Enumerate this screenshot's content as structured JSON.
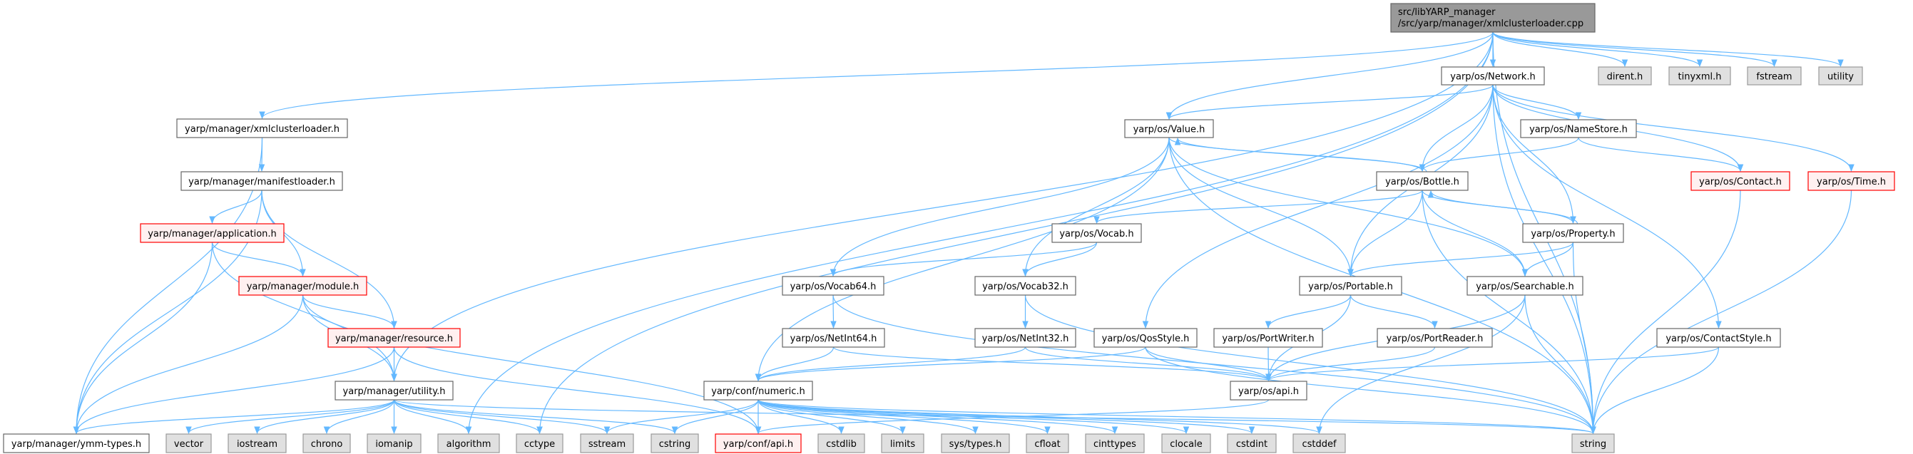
{
  "colors": {
    "edge": "#63b8ff",
    "red_border": "#ff0000",
    "red_fill": "#fff0f0",
    "ext_fill": "#e0e0e0",
    "root_fill": "#999999"
  },
  "nodes": [
    {
      "id": "root",
      "label": [
        "src/libYARP_manager",
        "/src/yarp/manager/xmlclusterloader.cpp"
      ],
      "kind": "root"
    },
    {
      "id": "xmlcl",
      "label": [
        "yarp/manager/xmlclusterloader.h"
      ],
      "kind": "normal"
    },
    {
      "id": "manifest",
      "label": [
        "yarp/manager/manifestloader.h"
      ],
      "kind": "normal"
    },
    {
      "id": "application",
      "label": [
        "yarp/manager/application.h"
      ],
      "kind": "red"
    },
    {
      "id": "module",
      "label": [
        "yarp/manager/module.h"
      ],
      "kind": "red"
    },
    {
      "id": "resource",
      "label": [
        "yarp/manager/resource.h"
      ],
      "kind": "red"
    },
    {
      "id": "utilityh",
      "label": [
        "yarp/manager/utility.h"
      ],
      "kind": "normal"
    },
    {
      "id": "ymm",
      "label": [
        "yarp/manager/ymm-types.h"
      ],
      "kind": "normal"
    },
    {
      "id": "vector",
      "label": [
        "vector"
      ],
      "kind": "ext"
    },
    {
      "id": "iostream",
      "label": [
        "iostream"
      ],
      "kind": "ext"
    },
    {
      "id": "chrono",
      "label": [
        "chrono"
      ],
      "kind": "ext"
    },
    {
      "id": "iomanip",
      "label": [
        "iomanip"
      ],
      "kind": "ext"
    },
    {
      "id": "algorithm",
      "label": [
        "algorithm"
      ],
      "kind": "ext"
    },
    {
      "id": "cctype",
      "label": [
        "cctype"
      ],
      "kind": "ext"
    },
    {
      "id": "sstream",
      "label": [
        "sstream"
      ],
      "kind": "ext"
    },
    {
      "id": "cstring",
      "label": [
        "cstring"
      ],
      "kind": "ext"
    },
    {
      "id": "confapi",
      "label": [
        "yarp/conf/api.h"
      ],
      "kind": "red"
    },
    {
      "id": "cstdlib",
      "label": [
        "cstdlib"
      ],
      "kind": "ext"
    },
    {
      "id": "limits",
      "label": [
        "limits"
      ],
      "kind": "ext"
    },
    {
      "id": "systypes",
      "label": [
        "sys/types.h"
      ],
      "kind": "ext"
    },
    {
      "id": "cfloat",
      "label": [
        "cfloat"
      ],
      "kind": "ext"
    },
    {
      "id": "cinttypes",
      "label": [
        "cinttypes"
      ],
      "kind": "ext"
    },
    {
      "id": "clocale",
      "label": [
        "clocale"
      ],
      "kind": "ext"
    },
    {
      "id": "cstdint",
      "label": [
        "cstdint"
      ],
      "kind": "ext"
    },
    {
      "id": "cstddef",
      "label": [
        "cstddef"
      ],
      "kind": "ext"
    },
    {
      "id": "string",
      "label": [
        "string"
      ],
      "kind": "ext"
    },
    {
      "id": "value",
      "label": [
        "yarp/os/Value.h"
      ],
      "kind": "normal"
    },
    {
      "id": "vocab",
      "label": [
        "yarp/os/Vocab.h"
      ],
      "kind": "normal"
    },
    {
      "id": "vocab64",
      "label": [
        "yarp/os/Vocab64.h"
      ],
      "kind": "normal"
    },
    {
      "id": "vocab32",
      "label": [
        "yarp/os/Vocab32.h"
      ],
      "kind": "normal"
    },
    {
      "id": "netint64",
      "label": [
        "yarp/os/NetInt64.h"
      ],
      "kind": "normal"
    },
    {
      "id": "netint32",
      "label": [
        "yarp/os/NetInt32.h"
      ],
      "kind": "normal"
    },
    {
      "id": "qos",
      "label": [
        "yarp/os/QosStyle.h"
      ],
      "kind": "normal"
    },
    {
      "id": "portwriter",
      "label": [
        "yarp/os/PortWriter.h"
      ],
      "kind": "normal"
    },
    {
      "id": "numeric",
      "label": [
        "yarp/conf/numeric.h"
      ],
      "kind": "normal"
    },
    {
      "id": "osapi",
      "label": [
        "yarp/os/api.h"
      ],
      "kind": "normal"
    },
    {
      "id": "network",
      "label": [
        "yarp/os/Network.h"
      ],
      "kind": "normal"
    },
    {
      "id": "dirent",
      "label": [
        "dirent.h"
      ],
      "kind": "ext"
    },
    {
      "id": "tinyxml",
      "label": [
        "tinyxml.h"
      ],
      "kind": "ext"
    },
    {
      "id": "fstream",
      "label": [
        "fstream"
      ],
      "kind": "ext"
    },
    {
      "id": "utility",
      "label": [
        "utility"
      ],
      "kind": "ext"
    },
    {
      "id": "namestore",
      "label": [
        "yarp/os/NameStore.h"
      ],
      "kind": "normal"
    },
    {
      "id": "bottle",
      "label": [
        "yarp/os/Bottle.h"
      ],
      "kind": "normal"
    },
    {
      "id": "contact",
      "label": [
        "yarp/os/Contact.h"
      ],
      "kind": "red"
    },
    {
      "id": "time",
      "label": [
        "yarp/os/Time.h"
      ],
      "kind": "red"
    },
    {
      "id": "property",
      "label": [
        "yarp/os/Property.h"
      ],
      "kind": "normal"
    },
    {
      "id": "portable",
      "label": [
        "yarp/os/Portable.h"
      ],
      "kind": "normal"
    },
    {
      "id": "searchable",
      "label": [
        "yarp/os/Searchable.h"
      ],
      "kind": "normal"
    },
    {
      "id": "portreader",
      "label": [
        "yarp/os/PortReader.h"
      ],
      "kind": "normal"
    },
    {
      "id": "contactstyle",
      "label": [
        "yarp/os/ContactStyle.h"
      ],
      "kind": "normal"
    }
  ],
  "edges": [
    [
      "root",
      "xmlcl"
    ],
    [
      "root",
      "utilityh"
    ],
    [
      "root",
      "algorithm"
    ],
    [
      "root",
      "cctype"
    ],
    [
      "root",
      "value"
    ],
    [
      "root",
      "network"
    ],
    [
      "root",
      "dirent"
    ],
    [
      "root",
      "tinyxml"
    ],
    [
      "root",
      "fstream"
    ],
    [
      "root",
      "utility"
    ],
    [
      "root",
      "string"
    ],
    [
      "xmlcl",
      "ymm"
    ],
    [
      "xmlcl",
      "manifest"
    ],
    [
      "manifest",
      "ymm"
    ],
    [
      "manifest",
      "application"
    ],
    [
      "manifest",
      "module"
    ],
    [
      "manifest",
      "resource"
    ],
    [
      "application",
      "ymm"
    ],
    [
      "application",
      "module"
    ],
    [
      "application",
      "utilityh"
    ],
    [
      "module",
      "ymm"
    ],
    [
      "module",
      "resource"
    ],
    [
      "module",
      "utilityh"
    ],
    [
      "module",
      "confapi"
    ],
    [
      "resource",
      "ymm"
    ],
    [
      "resource",
      "utilityh"
    ],
    [
      "resource",
      "confapi"
    ],
    [
      "utilityh",
      "ymm"
    ],
    [
      "utilityh",
      "vector"
    ],
    [
      "utilityh",
      "iostream"
    ],
    [
      "utilityh",
      "chrono"
    ],
    [
      "utilityh",
      "iomanip"
    ],
    [
      "utilityh",
      "algorithm"
    ],
    [
      "utilityh",
      "cctype"
    ],
    [
      "utilityh",
      "sstream"
    ],
    [
      "utilityh",
      "cstring"
    ],
    [
      "utilityh",
      "string"
    ],
    [
      "network",
      "value"
    ],
    [
      "network",
      "bottle"
    ],
    [
      "network",
      "namestore"
    ],
    [
      "network",
      "contact"
    ],
    [
      "network",
      "time"
    ],
    [
      "network",
      "property"
    ],
    [
      "network",
      "portable"
    ],
    [
      "network",
      "qos"
    ],
    [
      "network",
      "contactstyle"
    ],
    [
      "network",
      "string"
    ],
    [
      "value",
      "numeric"
    ],
    [
      "value",
      "vocab64"
    ],
    [
      "value",
      "vocab32"
    ],
    [
      "value",
      "portable"
    ],
    [
      "value",
      "searchable"
    ],
    [
      "value",
      "bottle"
    ],
    [
      "value",
      "string"
    ],
    [
      "bottle",
      "value"
    ],
    [
      "bottle",
      "vocab"
    ],
    [
      "bottle",
      "portable"
    ],
    [
      "bottle",
      "searchable"
    ],
    [
      "bottle",
      "property"
    ],
    [
      "bottle",
      "string"
    ],
    [
      "property",
      "bottle"
    ],
    [
      "property",
      "portable"
    ],
    [
      "property",
      "searchable"
    ],
    [
      "property",
      "string"
    ],
    [
      "namestore",
      "bottle"
    ],
    [
      "namestore",
      "contact"
    ],
    [
      "vocab",
      "vocab64"
    ],
    [
      "vocab",
      "vocab32"
    ],
    [
      "vocab64",
      "netint64"
    ],
    [
      "vocab64",
      "string"
    ],
    [
      "vocab32",
      "netint32"
    ],
    [
      "vocab32",
      "string"
    ],
    [
      "netint64",
      "numeric"
    ],
    [
      "netint64",
      "osapi"
    ],
    [
      "netint32",
      "numeric"
    ],
    [
      "netint32",
      "osapi"
    ],
    [
      "qos",
      "numeric"
    ],
    [
      "qos",
      "osapi"
    ],
    [
      "qos",
      "string"
    ],
    [
      "portwriter",
      "osapi"
    ],
    [
      "portreader",
      "osapi"
    ],
    [
      "portable",
      "portwriter"
    ],
    [
      "portable",
      "portreader"
    ],
    [
      "portable",
      "osapi"
    ],
    [
      "searchable",
      "osapi"
    ],
    [
      "searchable",
      "cstddef"
    ],
    [
      "searchable",
      "string"
    ],
    [
      "contactstyle",
      "osapi"
    ],
    [
      "contactstyle",
      "string"
    ],
    [
      "contact",
      "string"
    ],
    [
      "time",
      "string"
    ],
    [
      "osapi",
      "confapi"
    ],
    [
      "numeric",
      "cstring"
    ],
    [
      "numeric",
      "confapi"
    ],
    [
      "numeric",
      "cstdlib"
    ],
    [
      "numeric",
      "limits"
    ],
    [
      "numeric",
      "systypes"
    ],
    [
      "numeric",
      "cfloat"
    ],
    [
      "numeric",
      "cinttypes"
    ],
    [
      "numeric",
      "clocale"
    ],
    [
      "numeric",
      "cstdint"
    ],
    [
      "numeric",
      "cstddef"
    ],
    [
      "numeric",
      "string"
    ],
    [
      "numeric",
      "sstream"
    ]
  ]
}
